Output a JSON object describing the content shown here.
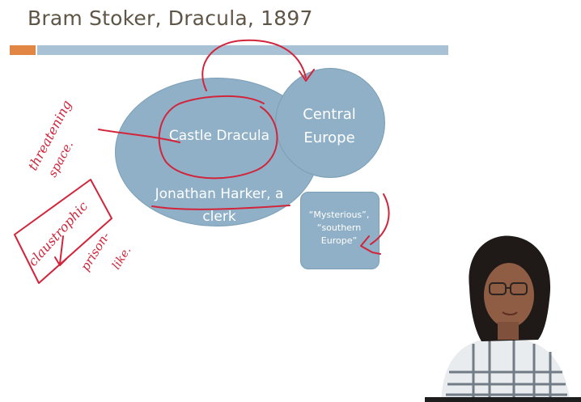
{
  "slide": {
    "title": "Bram Stoker, Dracula, 1897",
    "nodes": {
      "castle": "Castle Dracula",
      "europe_line1": "Central",
      "europe_line2": "Europe",
      "harker_line1": "Jonathan Harker, a",
      "harker_line2": "clerk",
      "myst_line1": "“Mysterious”,",
      "myst_line2": "“southern",
      "myst_line3": "Europe”"
    },
    "handwriting": {
      "threatening": "threatening",
      "space": "space.",
      "claustrophobic": "claustrophic",
      "prison": "prison-",
      "like": "like."
    }
  },
  "colors": {
    "shape_fill": "#8fb0c6",
    "accent_orange": "#e28645",
    "accent_blue_bar": "#a9c1d4",
    "ink": "#d2243a"
  }
}
